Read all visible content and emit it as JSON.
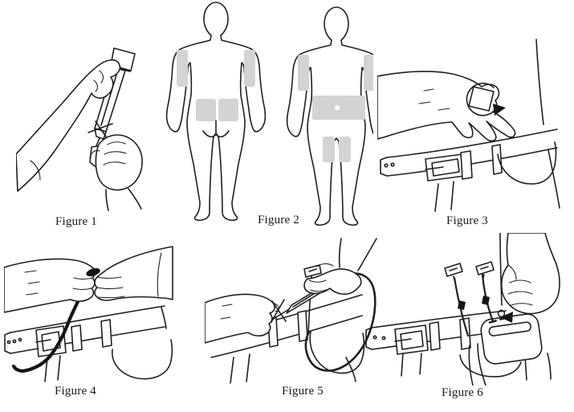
{
  "page": {
    "background_color": "#ffffff",
    "line_color": "#1f1f1f",
    "site_patch_color": "#d3d3d3"
  },
  "figures": [
    {
      "label": "Figure 1",
      "illustration": "hands-assembling-syringe"
    },
    {
      "label": "Figure 2",
      "illustration": "injection-site-map-back-and-front-body"
    },
    {
      "label": "Figure 3",
      "illustration": "hand-rotating-infusion-set-above-belt"
    },
    {
      "label": "Figure 4",
      "illustration": "hands-pinching-tubing-above-belt"
    },
    {
      "label": "Figure 5",
      "illustration": "hands-inserting-syringe-needle-at-belt"
    },
    {
      "label": "Figure 6",
      "illustration": "hand-holding-pump-clipped-to-belt"
    }
  ]
}
